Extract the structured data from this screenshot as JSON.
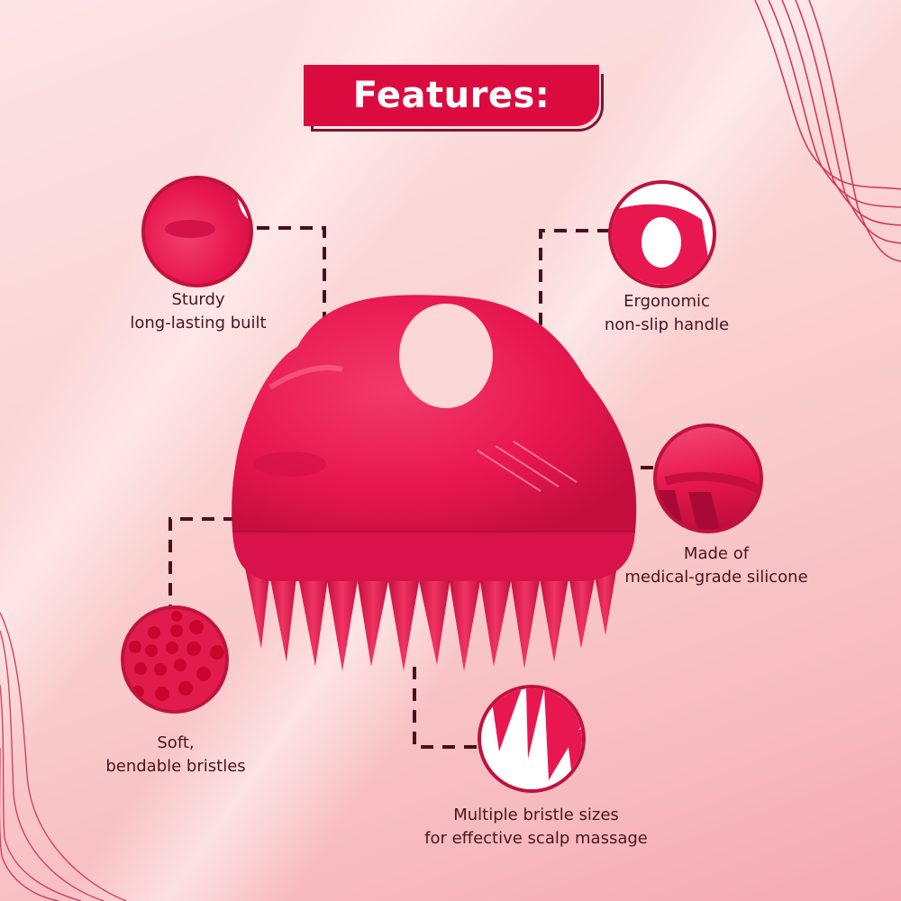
{
  "header": {
    "title": "Features:"
  },
  "colors": {
    "title_bg": "#dc0b3f",
    "title_shadow": "#7a1530",
    "product": "#e8174f",
    "product_dark": "#c40e3e",
    "circle_border": "#c0123d",
    "connector": "#4a0f1c",
    "text": "#4a1420",
    "decor_lines": "#c81f4c"
  },
  "features": [
    {
      "id": "sturdy",
      "icon": "brush-side-closeup",
      "line1": "Sturdy",
      "line2": "long-lasting built"
    },
    {
      "id": "handle",
      "icon": "handle-loop-closeup",
      "line1": "Ergonomic",
      "line2": "non-slip handle"
    },
    {
      "id": "silicone",
      "icon": "silicone-grip-closeup",
      "line1": "Made of",
      "line2": "medical-grade silicone"
    },
    {
      "id": "soft",
      "icon": "nubs-closeup",
      "line1": "Soft,",
      "line2": "bendable bristles"
    },
    {
      "id": "sizes",
      "icon": "bristle-tips-closeup",
      "line1": "Multiple bristle sizes",
      "line2": "for effective scalp massage"
    }
  ],
  "product": {
    "name": "silicone scalp massager brush",
    "icon": "scalp-massager-product"
  }
}
